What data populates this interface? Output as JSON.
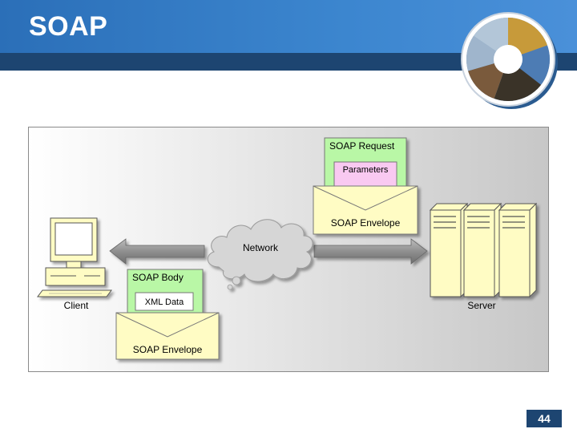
{
  "slide": {
    "title": "SOAP",
    "page_number": "44"
  },
  "diagram": {
    "client_label": "Client",
    "server_label": "Server",
    "network_label": "Network",
    "request": {
      "title": "SOAP Request",
      "parameters_label": "Parameters",
      "envelope_label": "SOAP Envelope"
    },
    "response": {
      "body_label": "SOAP Body",
      "xml_label": "XML Data",
      "envelope_label": "SOAP Envelope"
    }
  },
  "colors": {
    "header_blue": "#3c86cf",
    "header_navy": "#1d4571",
    "panel_green": "#b9f7a6",
    "envelope_yellow": "#fffcc4",
    "parameters_pink": "#f9c9f1",
    "cloud_gray": "#d6d6d6",
    "arrow_gray": "#9a9a9a"
  }
}
